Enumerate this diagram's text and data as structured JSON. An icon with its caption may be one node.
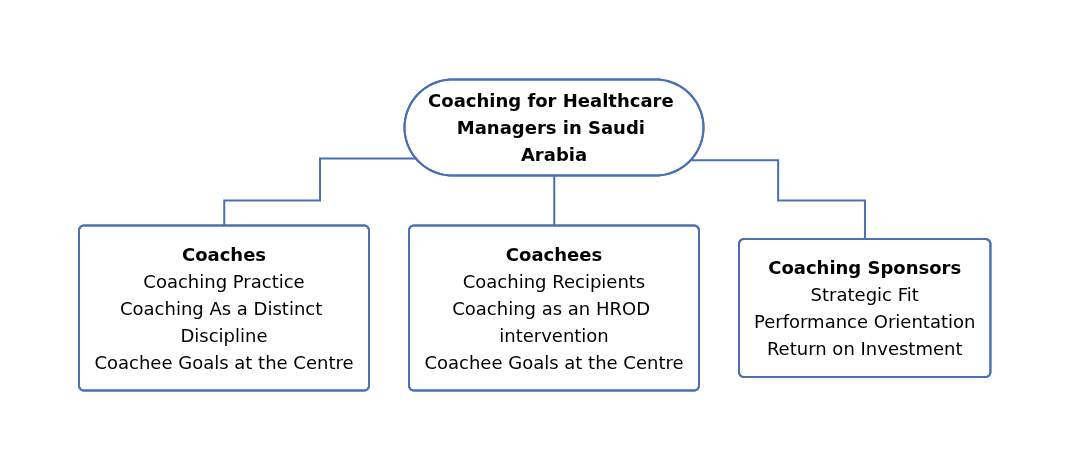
{
  "diagram": {
    "nodes": [
      {
        "text": [
          "Coaching for Healthcare Managers in Saudi Arabia"
        ]
      },
      {
        "text": [
          "Coaches",
          "Coaching Practice",
          "Coaching As a Distinct Discipline",
          "Coachee Goals at the Centre"
        ]
      },
      {
        "text": [
          "Coachees",
          "Coaching Recipients",
          "Coaching as an HROD intervention",
          "Coachee Goals at the Centre"
        ]
      },
      {
        "text": [
          "Coaching Sponsors",
          "Strategic Fit",
          "Performance Orientation",
          "Return on Investment"
        ]
      }
    ],
    "edges": [
      {
        "from": 0,
        "to": 1,
        "arrow": "none"
      },
      {
        "from": 0,
        "to": 2,
        "arrow": "none"
      },
      {
        "from": 0,
        "to": 3,
        "arrow": "none"
      }
    ]
  }
}
